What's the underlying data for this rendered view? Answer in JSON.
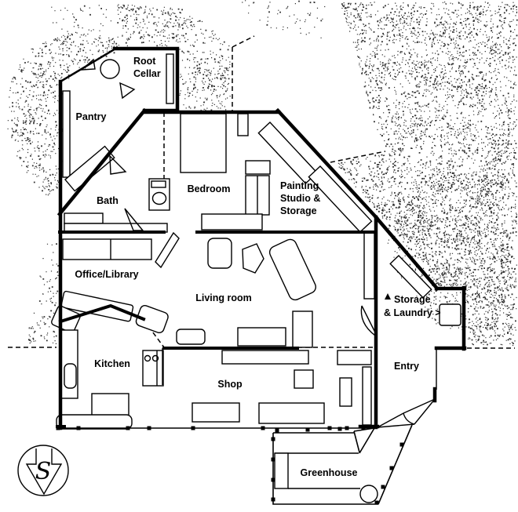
{
  "document": {
    "type": "house floor plan"
  },
  "colors": {
    "paper": "#ffffff",
    "ink": "#000000",
    "stipple": "#303030"
  },
  "compass": {
    "letter": "S"
  },
  "rooms": {
    "root_cellar": {
      "line1": "Root",
      "line2": "Cellar"
    },
    "pantry": {
      "label": "Pantry"
    },
    "bath": {
      "label": "Bath"
    },
    "bedroom": {
      "label": "Bedroom"
    },
    "painting_studio": {
      "line1": "Painting",
      "line2": "Studio &",
      "line3": "Storage"
    },
    "office_library": {
      "label": "Office/Library"
    },
    "living_room": {
      "label": "Living room"
    },
    "kitchen": {
      "label": "Kitchen"
    },
    "shop": {
      "label": "Shop"
    },
    "entry": {
      "label": "Entry"
    },
    "storage_laundry": {
      "line1": "Storage",
      "line2": "& Laundry >"
    },
    "greenhouse": {
      "label": "Greenhouse"
    }
  }
}
